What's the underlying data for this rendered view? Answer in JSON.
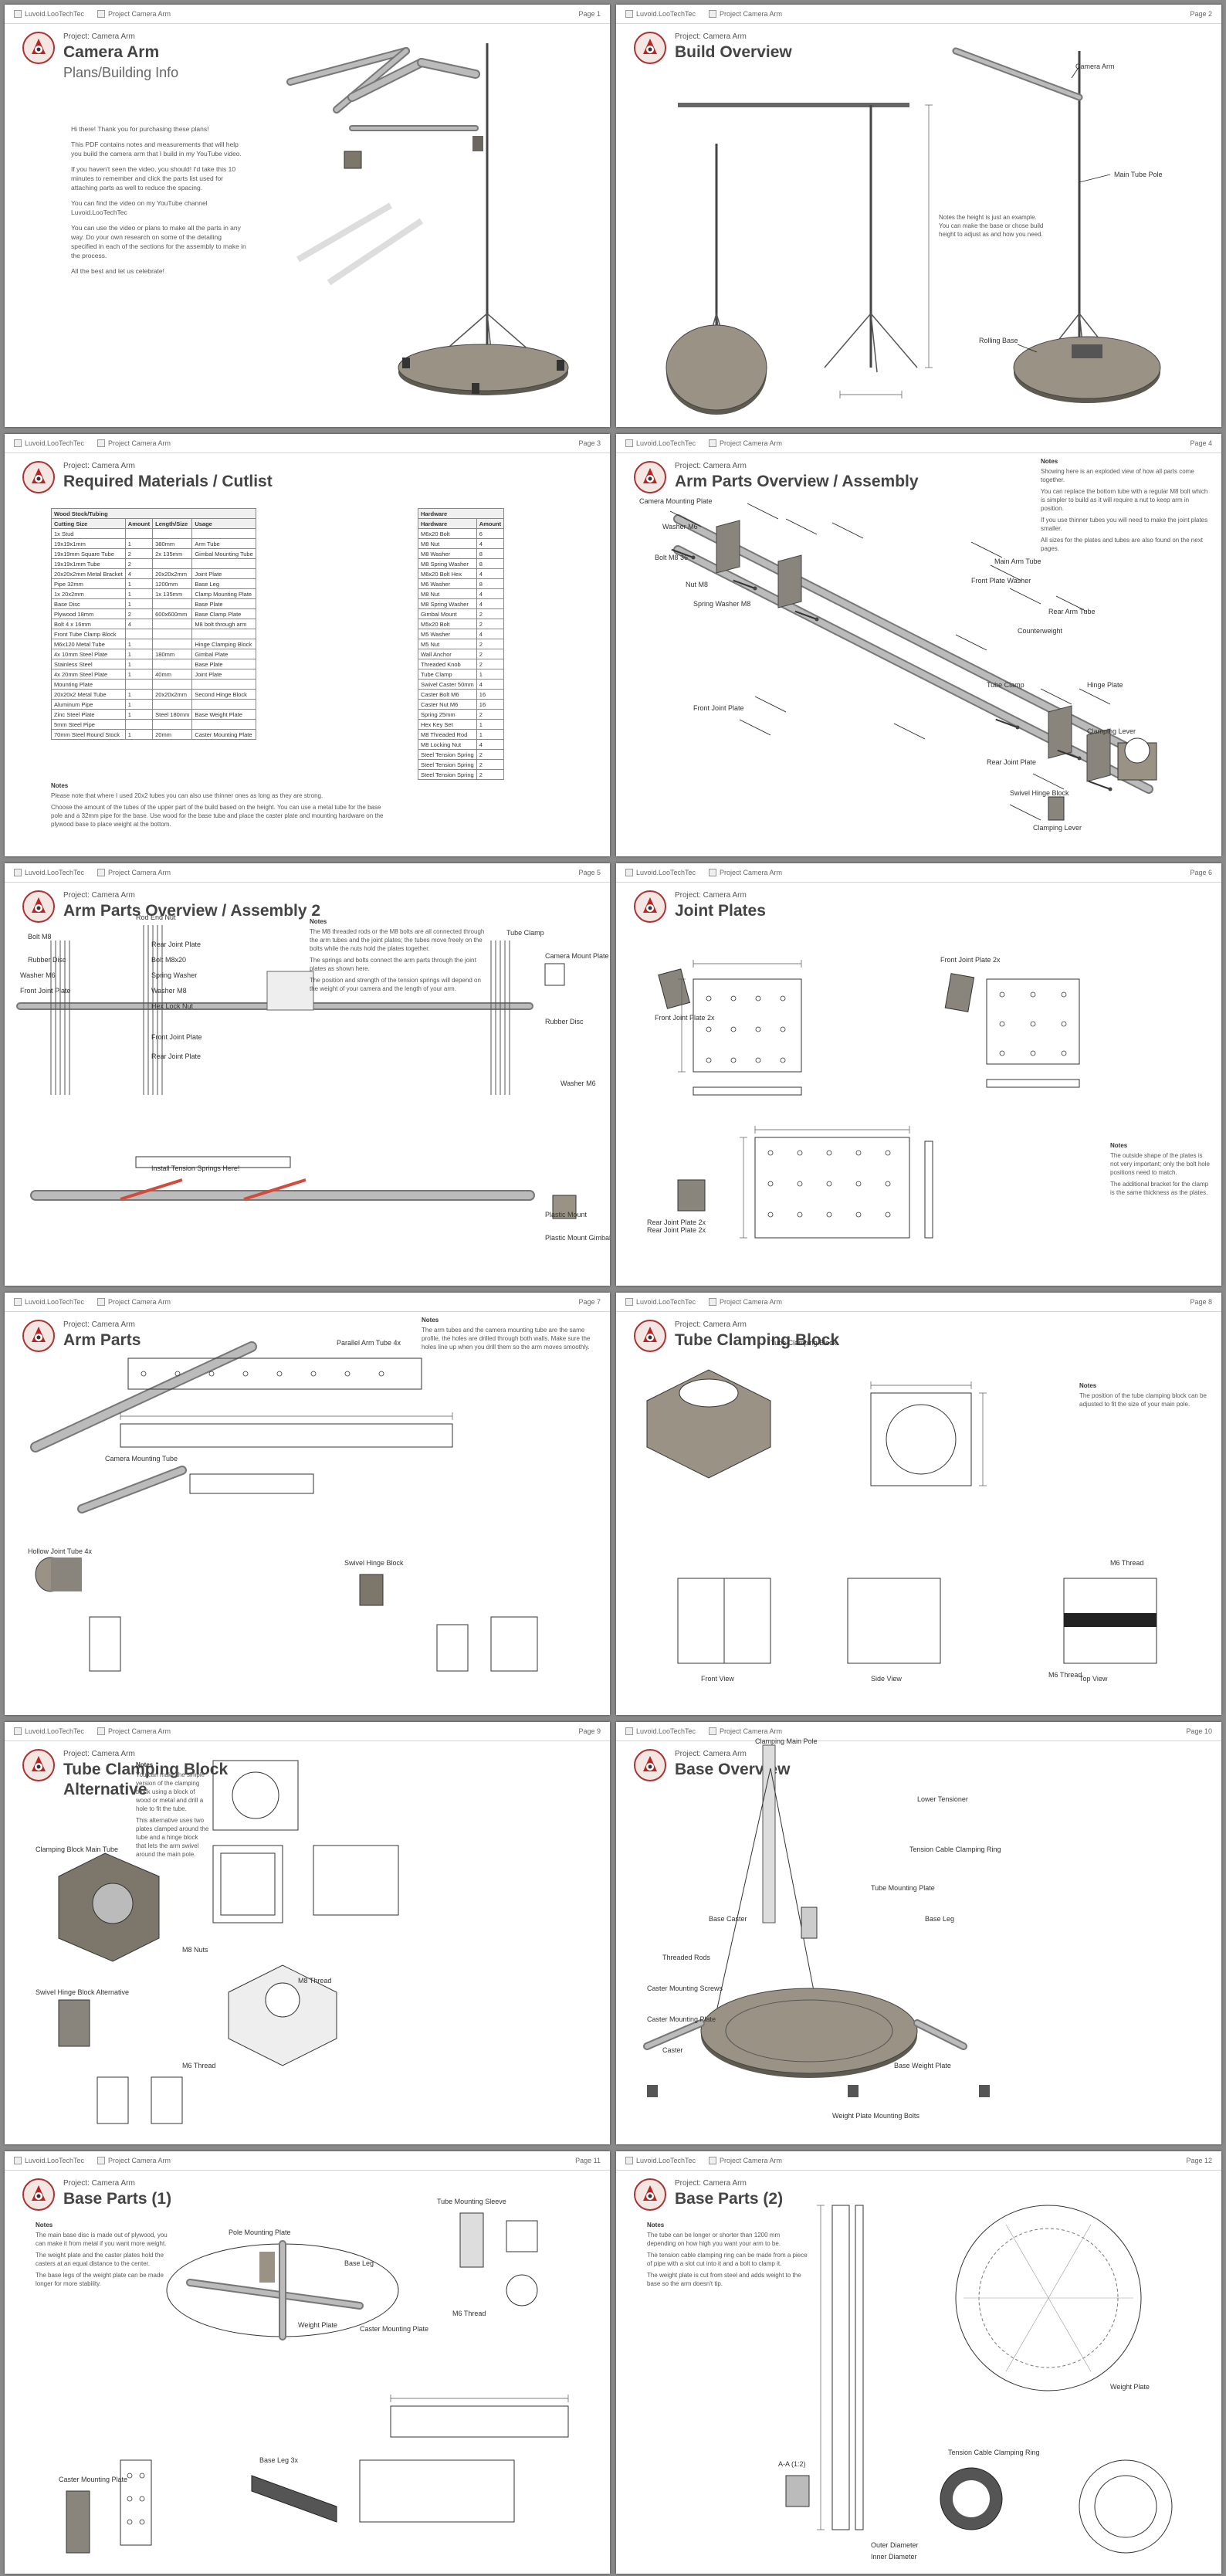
{
  "document": {
    "header": {
      "author_tag": "Luvoid.LooTechTec",
      "project_tag": "Project Camera Arm"
    },
    "pages": [
      {
        "title": "Camera Arm",
        "subtitle": "Plans/Building Info",
        "project": "Project: Camera Arm",
        "page_label": "Page 1",
        "intro": [
          "Hi there! Thank you for purchasing these plans!",
          "This PDF contains notes and measurements that will help you build the camera arm that I build in my YouTube video.",
          "If you haven't seen the video, you should! I'd take this 10 minutes to remember and click the parts list used for attaching parts as well to reduce the spacing.",
          "You can find the video on my YouTube channel Luvoid.LooTechTec",
          "You can use the video or plans to make all the parts in any way. Do your own research on some of the detailing specified in each of the sections for the assembly to make in the process.",
          "All the best and let us celebrate!"
        ]
      },
      {
        "title": "Build Overview",
        "project": "Project: Camera Arm",
        "page_label": "Page 2",
        "labels": {
          "camera_arm": "Camera Arm",
          "main_tube_pole": "Main Tube Pole",
          "rolling_base": "Rolling Base",
          "note": "Notes the height is just an example. You can make the base or chose build height to adjust as and how you need."
        }
      },
      {
        "title": "Required Materials / Cutlist",
        "project": "Project: Camera Arm",
        "page_label": "Page 3",
        "table1": {
          "caption": "Wood Stock/Tubing",
          "headers": [
            "Cutting Size",
            "Amount",
            "Length/Size",
            "Usage"
          ],
          "rows": [
            [
              "1x Stud",
              "",
              "",
              ""
            ],
            [
              "19x19x1mm",
              "1",
              "380mm",
              "Arm Tube"
            ],
            [
              "19x19mm Square Tube",
              "2",
              "2x 135mm",
              "Gimbal Mounting Tube"
            ],
            [
              "19x19x1mm Tube",
              "2",
              "",
              ""
            ],
            [
              "20x20x2mm Metal Bracket",
              "4",
              "20x20x2mm",
              "Joint Plate"
            ],
            [
              "Pipe 32mm",
              "1",
              "1200mm",
              "Base Leg"
            ],
            [
              "1x 20x2mm",
              "1",
              "1x 135mm",
              "Clamp Mounting Plate"
            ],
            [
              "Base Disc",
              "1",
              "",
              "Base Plate"
            ],
            [
              "Plywood 18mm",
              "2",
              "600x600mm",
              "Base Clamp Plate"
            ],
            [
              "Bolt 4 x 16mm",
              "4",
              "",
              "M8 bolt through arm"
            ],
            [
              "Front Tube Clamp Block",
              "",
              "",
              ""
            ],
            [
              "M6x120 Metal Tube",
              "1",
              "",
              "Hinge Clamping Block"
            ],
            [
              "4x 10mm Steel Plate",
              "1",
              "180mm",
              "Gimbal Plate"
            ],
            [
              "Stainless Steel",
              "1",
              "",
              "Base Plate"
            ],
            [
              "4x 20mm Steel Plate",
              "1",
              "40mm",
              "Joint Plate"
            ],
            [
              "Mounting Plate",
              "",
              "",
              ""
            ],
            [
              "20x20x2 Metal Tube",
              "1",
              "20x20x2mm",
              "Second Hinge Block"
            ],
            [
              "Aluminum Pipe",
              "1",
              "",
              ""
            ],
            [
              "Zinc Steel Plate",
              "1",
              "Steel 180mm",
              "Base Weight Plate"
            ],
            [
              "5mm Steel Pipe",
              "",
              "",
              ""
            ],
            [
              "70mm Steel Round Stock",
              "1",
              "20mm",
              "Caster Mounting Plate"
            ]
          ]
        },
        "table2": {
          "caption": "Hardware",
          "headers": [
            "Hardware",
            "Amount"
          ],
          "rows": [
            [
              "M6x20 Bolt",
              "6"
            ],
            [
              "M8 Nut",
              "4"
            ],
            [
              "M8 Washer",
              "8"
            ],
            [
              "M8 Spring Washer",
              "8"
            ],
            [
              "M6x20 Bolt Hex",
              "4"
            ],
            [
              "M6 Washer",
              "8"
            ],
            [
              "M8 Nut",
              "4"
            ],
            [
              "M8 Spring Washer",
              "4"
            ],
            [
              "Gimbal Mount",
              "2"
            ],
            [
              "M5x20 Bolt",
              "2"
            ],
            [
              "M5 Washer",
              "4"
            ],
            [
              "M5 Nut",
              "2"
            ],
            [
              "Wall Anchor",
              "2"
            ],
            [
              "Threaded Knob",
              "2"
            ],
            [
              "Tube Clamp",
              "1"
            ],
            [
              "Swivel Caster 50mm",
              "4"
            ],
            [
              "Caster Bolt M6",
              "16"
            ],
            [
              "Caster Nut M6",
              "16"
            ],
            [
              "Spring 25mm",
              "2"
            ],
            [
              "Hex Key Set",
              "1"
            ],
            [
              "M8 Threaded Rod",
              "1"
            ],
            [
              "M8 Locking Nut",
              "4"
            ],
            [
              "Steel Tension Spring",
              "2"
            ],
            [
              "Steel Tension Spring",
              "2"
            ],
            [
              "Steel Tension Spring",
              "2"
            ]
          ]
        },
        "notes_heading": "Notes",
        "notes": [
          "Please note that where I used 20x2 tubes you can also use thinner ones as long as they are strong.",
          "Choose the amount of the tubes of the upper part of the build based on the height. You can use a metal tube for the base pole and a 32mm pipe for the base. Use wood for the base tube and place the caster plate and mounting hardware on the plywood base to place weight at the bottom."
        ]
      },
      {
        "title": "Arm Parts Overview / Assembly",
        "project": "Project: Camera Arm",
        "page_label": "Page 4",
        "labels": [
          "Camera Mounting Plate",
          "Washer M6",
          "Bolt M8 36",
          "Nut M8",
          "Spring Washer M8",
          "Main Arm Tube",
          "Front Plate Washer",
          "Rear Arm Tube",
          "Counterweight",
          "Clamping Lever",
          "Hinge Plate",
          "Tube Clamp",
          "Rear Joint Plate",
          "Front Joint Plate",
          "Swivel Hinge Block",
          "Clamping Lever"
        ],
        "notes_heading": "Notes",
        "notes": [
          "Showing here is an exploded view of how all parts come together.",
          "You can replace the bottom tube with a regular M8 bolt which is simpler to build as it will require a nut to keep arm in position.",
          "If you use thinner tubes you will need to make the joint plates smaller.",
          "All sizes for the plates and tubes are also found on the next pages."
        ]
      },
      {
        "title": "Arm Parts Overview / Assembly 2",
        "project": "Project: Camera Arm",
        "page_label": "Page 5",
        "labels": [
          "Bolt M8",
          "Rod End Nut",
          "Rubber Disc",
          "Washer M6",
          "Front Joint Plate",
          "Rear Joint Plate",
          "Bolt M8x20",
          "Spring Washer",
          "Washer M8",
          "Hex Lock Nut",
          "Front Joint Plate",
          "Rear Joint Plate",
          "Install Tension Springs Here!",
          "Tube Clamp",
          "Rubber Disc",
          "Camera Mount Plate",
          "Washer M6",
          "Plastic Mount",
          "Plastic Mount Gimbal Plate"
        ],
        "notes_heading": "Notes",
        "notes": [
          "The M8 threaded rods or the M8 bolts are all connected through the arm tubes and the joint plates; the tubes move freely on the bolts while the nuts hold the plates together.",
          "The springs and bolts connect the arm parts through the joint plates as shown here.",
          "The position and strength of the tension springs will depend on the weight of your camera and the length of your arm."
        ]
      },
      {
        "title": "Joint Plates",
        "project": "Project: Camera Arm",
        "page_label": "Page 6",
        "labels": [
          "Front Joint Plate 2x",
          "Front Joint Plate 2x",
          "Rear Joint Plate 2x",
          "Rear Joint Plate 2x"
        ],
        "notes_heading": "Notes",
        "notes": [
          "The outside shape of the plates is not very important; only the bolt hole positions need to match.",
          "The additional bracket for the clamp is the same thickness as the plates."
        ]
      },
      {
        "title": "Arm Parts",
        "project": "Project: Camera Arm",
        "page_label": "Page 7",
        "labels": [
          "Parallel Arm Tube 4x",
          "Camera Mounting Tube",
          "Hollow Joint Tube 4x",
          "Swivel Hinge Block"
        ],
        "notes_heading": "Notes",
        "notes": [
          "The arm tubes and the camera mounting tube are the same profile, the holes are drilled through both walls. Make sure the holes line up when you drill them so the arm moves smoothly."
        ]
      },
      {
        "title": "Tube Clamping Block",
        "project": "Project: Camera Arm",
        "page_label": "Page 8",
        "labels": [
          "Tube Clamping Block",
          "Front View",
          "Side View",
          "Top View",
          "M6 Thread",
          "M6 Thread"
        ],
        "notes_heading": "Notes",
        "notes": [
          "The position of the tube clamping block can be adjusted to fit the size of your main pole."
        ]
      },
      {
        "title": "Tube Clamping Block",
        "title2": "Alternative",
        "project": "Project: Camera Arm",
        "page_label": "Page 9",
        "labels": [
          "Clamping Block Main Tube",
          "Swivel Hinge Block Alternative",
          "M8 Nuts",
          "M6 Thread",
          "M8 Thread"
        ],
        "notes_heading": "Notes",
        "notes": [
          "You can make the simple version of the clamping block using a block of wood or metal and drill a hole to fit the tube.",
          "This alternative uses two plates clamped around the tube and a hinge block that lets the arm swivel around the main pole."
        ]
      },
      {
        "title": "Base Overview",
        "project": "Project: Camera Arm",
        "page_label": "Page 10",
        "labels": [
          "Clamping Main Pole",
          "Lower Tensioner",
          "Tension Cable Clamping Ring",
          "Tube Mounting Plate",
          "Base Leg",
          "Base Caster",
          "Threaded Rods",
          "Caster Mounting Screws",
          "Caster Mounting Plate",
          "Caster",
          "Base Weight Plate",
          "Weight Plate Mounting Bolts"
        ]
      },
      {
        "title": "Base Parts (1)",
        "project": "Project: Camera Arm",
        "page_label": "Page 11",
        "labels": [
          "Pole Mounting Plate",
          "Base Leg",
          "Weight Plate",
          "Caster Mounting Plate",
          "Tube Mounting Sleeve",
          "M6 Thread",
          "Caster Mounting Plate",
          "Base Leg 3x"
        ],
        "notes_heading": "Notes",
        "notes": [
          "The main base disc is made out of plywood, you can make it from metal if you want more weight.",
          "The weight plate and the caster plates hold the casters at an equal distance to the center.",
          "The base legs of the weight plate can be made longer for more stability."
        ]
      },
      {
        "title": "Base Parts (2)",
        "project": "Project: Camera Arm",
        "page_label": "Page 12",
        "labels": [
          "Weight Plate",
          "Tension Cable Clamping Ring",
          "Outer Diameter",
          "Inner Diameter",
          "A-A (1:2)"
        ],
        "notes_heading": "Notes",
        "notes": [
          "The tube can be longer or shorter than 1200 mm depending on how high you want your arm to be.",
          "The tension cable clamping ring can be made from a piece of pipe with a slot cut into it and a bolt to clamp it.",
          "The weight plate is cut from steel and adds weight to the base so the arm doesn't tip."
        ]
      }
    ]
  }
}
